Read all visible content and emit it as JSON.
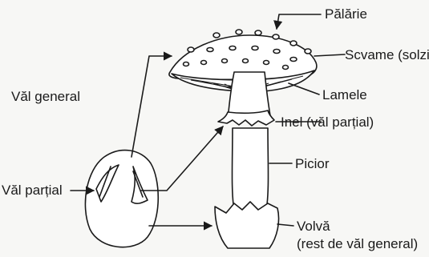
{
  "labels": {
    "palarie": "Pălărie",
    "scvame": "Scvame (solzi)",
    "val_general": "Văl general",
    "lamele": "Lamele",
    "inel": "Inel (văl parțial)",
    "picior": "Picior",
    "val_partial": "Văl parțial",
    "volva": "Volvă",
    "volva_sub": "(rest de văl general)"
  }
}
